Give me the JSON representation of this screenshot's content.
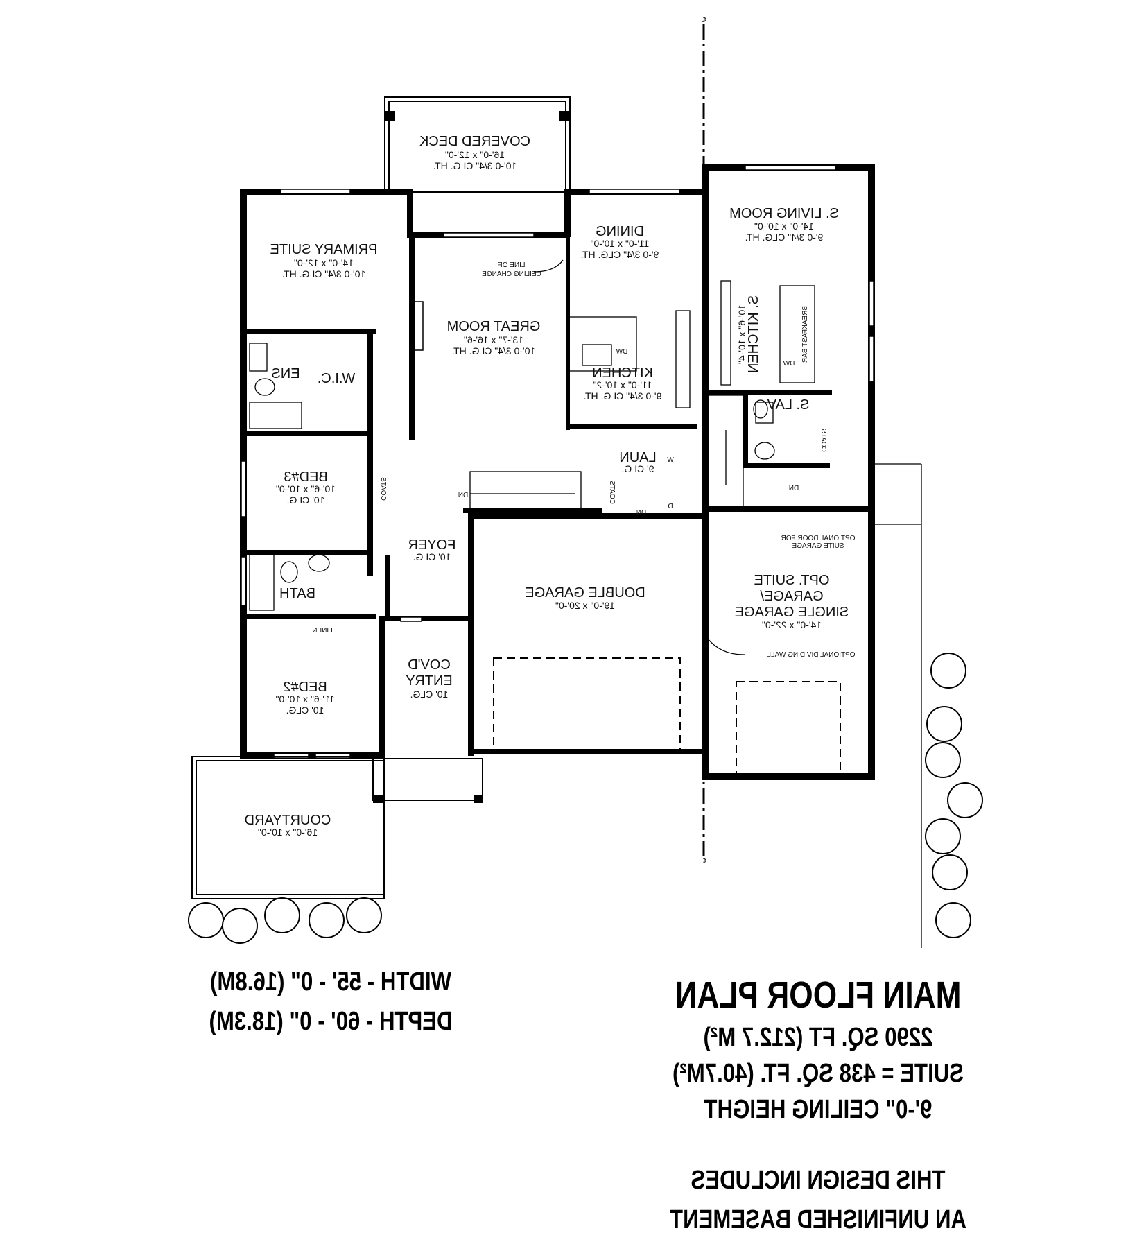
{
  "plan": {
    "orientation": "mirrored",
    "rooms": {
      "covered_deck": {
        "name": "COVERED DECK",
        "size": "16'-0\" x 12'-0\"",
        "ceiling": "10'-0 3/4\" CLG. HT."
      },
      "primary_suite": {
        "name": "PRIMARY SUITE",
        "size": "14'-0\" x 12'-0\"",
        "ceiling": "10'-0 3/4\" CLG. HT."
      },
      "great_room": {
        "name": "GREAT ROOM",
        "size": "13'-7\" x 16'-6\"",
        "ceiling": "10'-0 3/4\" CLG. HT."
      },
      "dining": {
        "name": "DINING",
        "size": "11'-0\" x 10'-0\"",
        "ceiling": "9'-0 3/4\" CLG. HT."
      },
      "kitchen": {
        "name": "KITCHEN",
        "size": "11'-0\" x 10'-2\"",
        "ceiling": "9'-0 3/4\" CLG. HT."
      },
      "s_living_room": {
        "name": "S. LIVING ROOM",
        "size": "14'-0\" x 10'-0\"",
        "ceiling": "9'-0 3/4\" CLG. HT."
      },
      "s_kitchen": {
        "name": "S. KITCHEN",
        "size": "10'-6\" x 10'-4\""
      },
      "s_lav": {
        "name": "S. LAV"
      },
      "bed3": {
        "name": "BED#3",
        "size": "10'-6\" x 10'-0\"",
        "ceiling": "10' CLG."
      },
      "bed2": {
        "name": "BED#2",
        "size": "11'-6\" x 10'-0\"",
        "ceiling": "10' CLG."
      },
      "foyer": {
        "name": "FOYER",
        "ceiling": "10' CLG."
      },
      "bath": {
        "name": "BATH"
      },
      "ens": {
        "name": "ENS"
      },
      "wic": {
        "name": "W.I.C."
      },
      "linen": {
        "name": "LINEN"
      },
      "laun": {
        "name": "LAUN",
        "ceiling": "9' CLG."
      },
      "covd_entry": {
        "name1": "COV'D",
        "name2": "ENTRY",
        "ceiling": "10' CLG."
      },
      "double_garage": {
        "name": "DOUBLE GARAGE",
        "size": "19'-0\" x 20'-0\""
      },
      "opt_suite_garage": {
        "line1": "OPT. SUITE",
        "line2": "GARAGE/",
        "line3": "SINGLE GARAGE",
        "size": "14'-0\" x 22'-0\""
      },
      "courtyard": {
        "name": "COURTYARD",
        "size": "16'-0\" x 10'-0\""
      }
    },
    "notes": {
      "line_of_ceiling_1": "LINE OF",
      "line_of_ceiling_2": "CEILING CHANGE",
      "optional_door_1": "OPTIONAL DOOR FOR",
      "optional_door_2": "SUITE GARAGE",
      "optional_wall": "OPTIONAL DIVIDING WALL",
      "coats": "COATS",
      "dn": "DN",
      "dw": "DW",
      "breakfast_bar": "BREAKFAST BAR",
      "w": "W",
      "d": "D",
      "centerline": "℄"
    }
  },
  "summary": {
    "width": "WIDTH - 55' - 0\" (16.8M)",
    "depth": "DEPTH - 60' - 0\" (18.3M)",
    "title": "MAIN FLOOR PLAN",
    "area": "2290 SQ. FT (212.7 M²)",
    "suite": "SUITE = 438 SQ. FT. (40.7M²)",
    "ceiling": "9'-0\" CEILING HEIGHT",
    "note1": "THIS DESIGN INCLUDES",
    "note2": "AN UNFINISHED BASEMENT"
  }
}
